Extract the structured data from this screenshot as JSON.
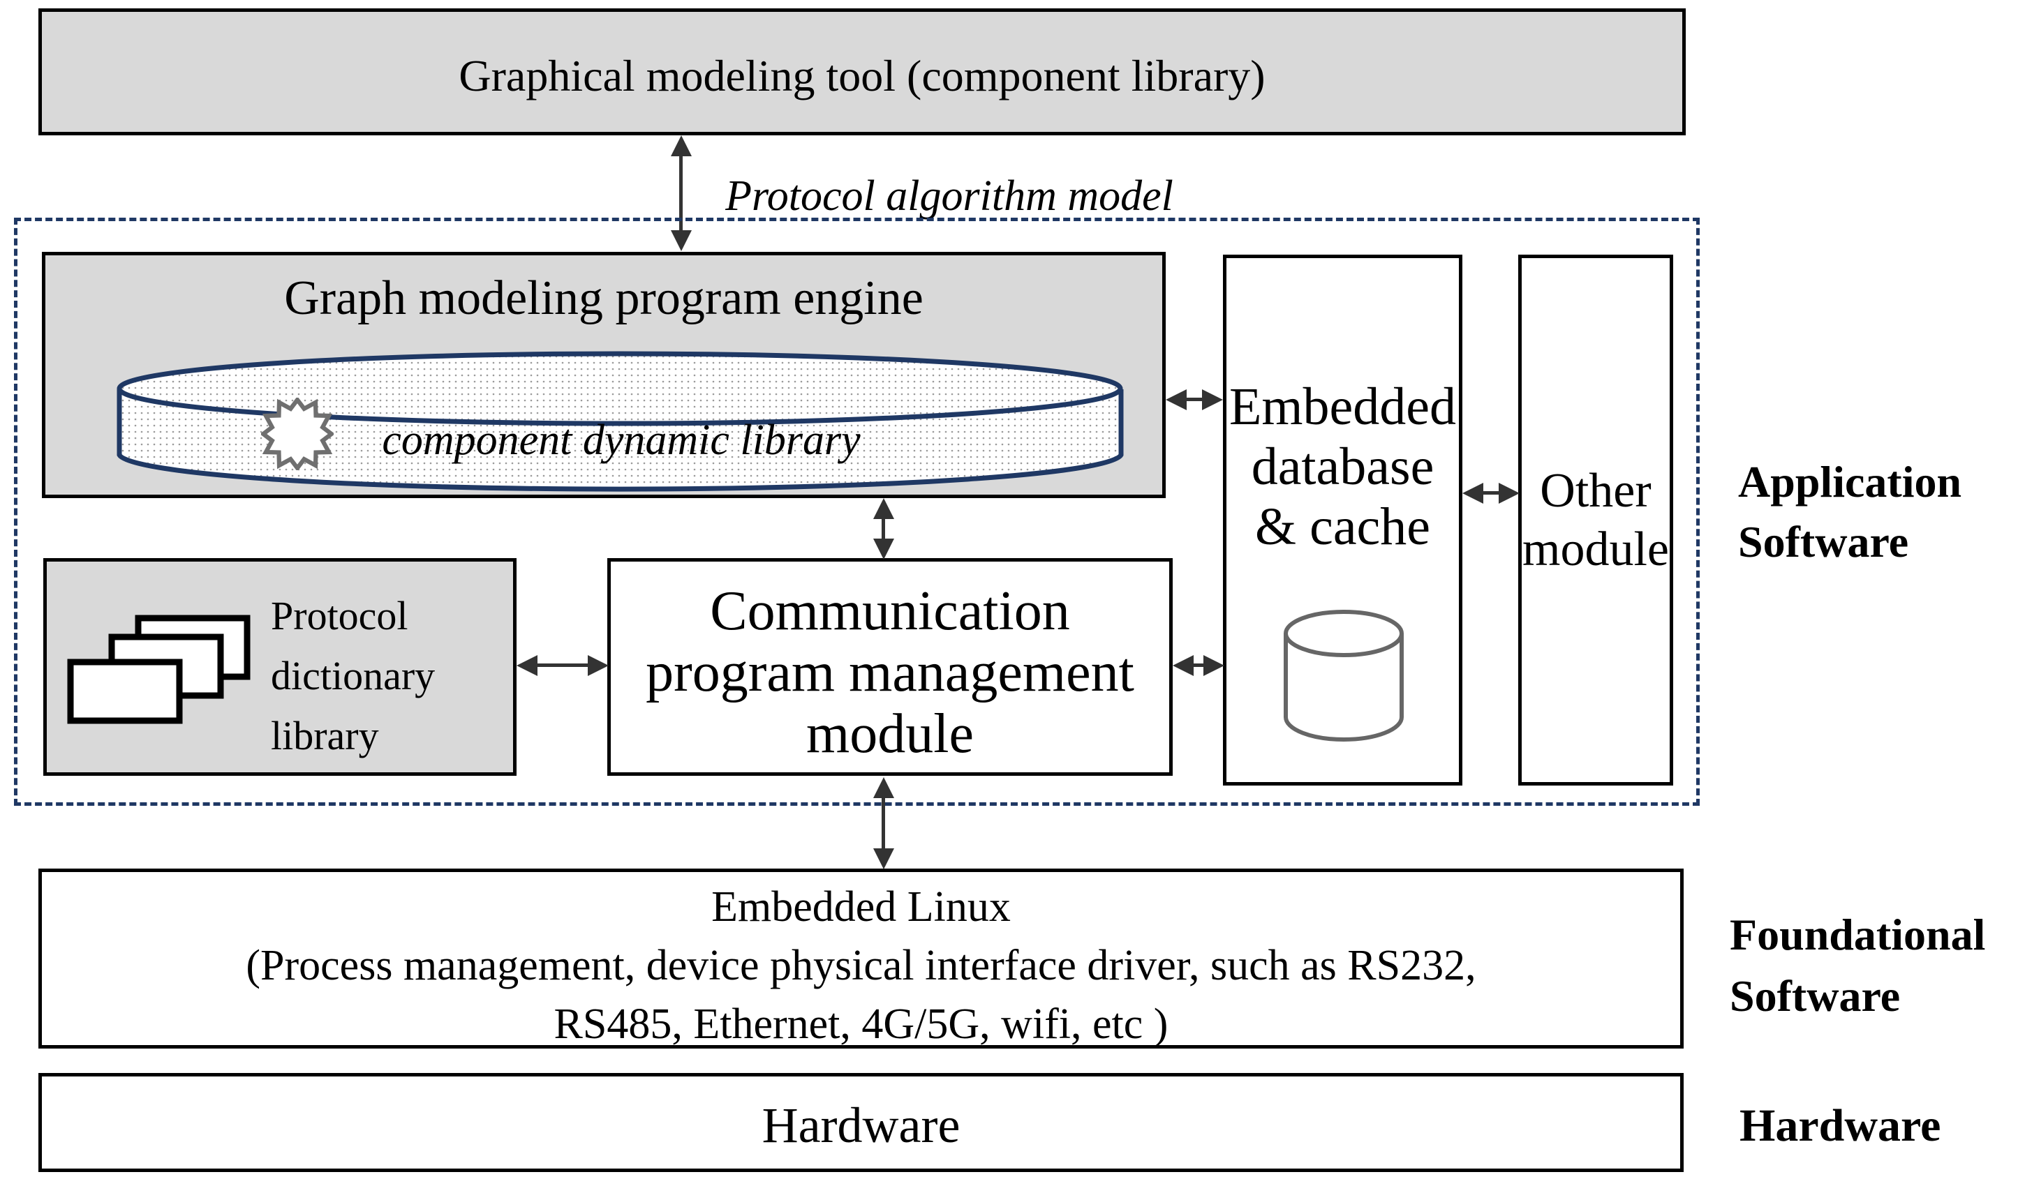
{
  "diagram": {
    "top_box": {
      "label": "Graphical modeling tool (component library)"
    },
    "flow_label": "Protocol algorithm model",
    "engine": {
      "title": "Graph modeling program engine",
      "cylinder_label": "component dynamic library"
    },
    "embedded_db": {
      "lines": [
        "Embedded",
        "database",
        "& cache"
      ]
    },
    "other_module": {
      "lines": [
        "Other",
        "module"
      ]
    },
    "protocol_dictionary": {
      "lines": [
        "Protocol",
        "dictionary",
        "library"
      ]
    },
    "communication": {
      "lines": [
        "Communication",
        "program management",
        "module"
      ]
    },
    "embedded_linux": {
      "lines": [
        "Embedded Linux",
        "(Process management, device physical interface driver, such as RS232,",
        "RS485, Ethernet, 4G/5G, wifi, etc )"
      ]
    },
    "hardware_box": {
      "label": "Hardware"
    },
    "layer_labels": {
      "application": {
        "lines": [
          "Application",
          "Software"
        ]
      },
      "foundational": {
        "lines": [
          "Foundational",
          "Software"
        ]
      },
      "hardware": "Hardware"
    },
    "colors": {
      "box_fill_gray": "#d9d9d9",
      "dashed_navy": "#1f3864",
      "cylinder_navy": "#1f3864",
      "arrow": "#333333",
      "star_gray": "#6f6f6f",
      "db_icon_gray": "#666666",
      "box_border": "#000000"
    }
  }
}
